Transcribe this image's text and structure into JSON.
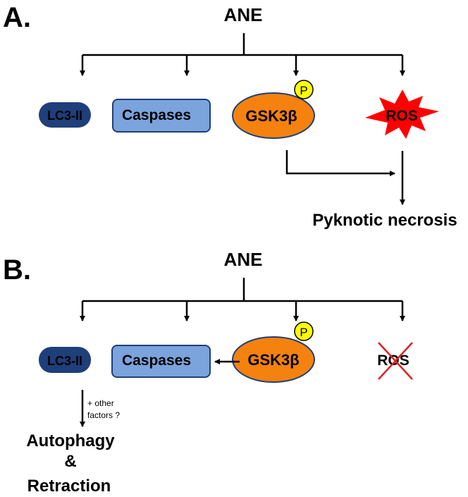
{
  "panel_a": {
    "label": "A.",
    "source": "ANE",
    "nodes": {
      "lc3": "LC3-II",
      "caspases": "Caspases",
      "gsk": "GSK3β",
      "phospho": "P",
      "ros": "ROS"
    },
    "outcome": "Pyknotic necrosis"
  },
  "panel_b": {
    "label": "B.",
    "source": "ANE",
    "nodes": {
      "lc3": "LC3-II",
      "caspases": "Caspases",
      "gsk": "GSK3β",
      "phospho": "P",
      "ros": "ROS"
    },
    "note_line1": "+ other",
    "note_line2": "factors ?",
    "outcome_line1": "Autophagy",
    "outcome_line2": "&",
    "outcome_line3": "Retraction"
  },
  "colors": {
    "lc3": "#1f3f7a",
    "caspases": "#7ba3dc",
    "gsk": "#f5820f",
    "phospho": "#ffff00",
    "ros": "#ff0000",
    "cross": "#e02020"
  }
}
